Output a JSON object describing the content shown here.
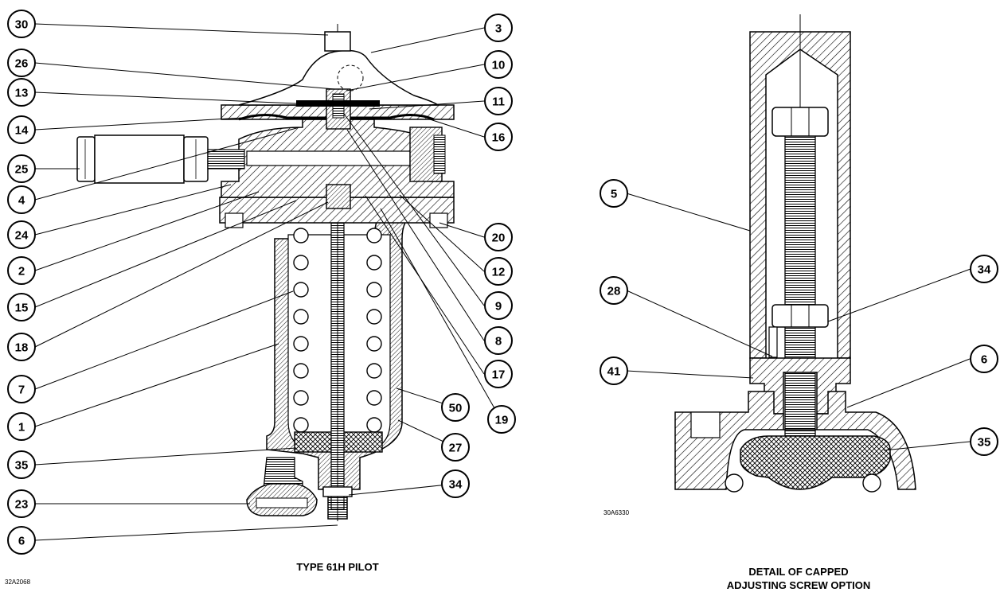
{
  "left_view": {
    "caption": "TYPE 61H PILOT",
    "drawing_code": "32A2068",
    "callouts": [
      {
        "label": "30",
        "side": "left"
      },
      {
        "label": "26",
        "side": "left"
      },
      {
        "label": "13",
        "side": "left"
      },
      {
        "label": "14",
        "side": "left"
      },
      {
        "label": "25",
        "side": "left"
      },
      {
        "label": "4",
        "side": "left"
      },
      {
        "label": "24",
        "side": "left"
      },
      {
        "label": "2",
        "side": "left"
      },
      {
        "label": "15",
        "side": "left"
      },
      {
        "label": "18",
        "side": "left"
      },
      {
        "label": "7",
        "side": "left"
      },
      {
        "label": "1",
        "side": "left"
      },
      {
        "label": "35",
        "side": "left"
      },
      {
        "label": "23",
        "side": "left"
      },
      {
        "label": "6",
        "side": "left"
      },
      {
        "label": "3",
        "side": "right"
      },
      {
        "label": "10",
        "side": "right"
      },
      {
        "label": "11",
        "side": "right"
      },
      {
        "label": "16",
        "side": "right"
      },
      {
        "label": "20",
        "side": "right"
      },
      {
        "label": "12",
        "side": "right"
      },
      {
        "label": "9",
        "side": "right"
      },
      {
        "label": "8",
        "side": "right"
      },
      {
        "label": "17",
        "side": "right"
      },
      {
        "label": "19",
        "side": "right"
      },
      {
        "label": "50",
        "side": "right"
      },
      {
        "label": "27",
        "side": "right"
      },
      {
        "label": "34",
        "side": "right"
      }
    ]
  },
  "right_view": {
    "caption_line1": "DETAIL OF CAPPED",
    "caption_line2": "ADJUSTING SCREW OPTION",
    "drawing_code": "30A6330",
    "callouts": [
      {
        "label": "5",
        "side": "left"
      },
      {
        "label": "28",
        "side": "left"
      },
      {
        "label": "41",
        "side": "left"
      },
      {
        "label": "34",
        "side": "right"
      },
      {
        "label": "6",
        "side": "right"
      },
      {
        "label": "35",
        "side": "right"
      }
    ]
  }
}
